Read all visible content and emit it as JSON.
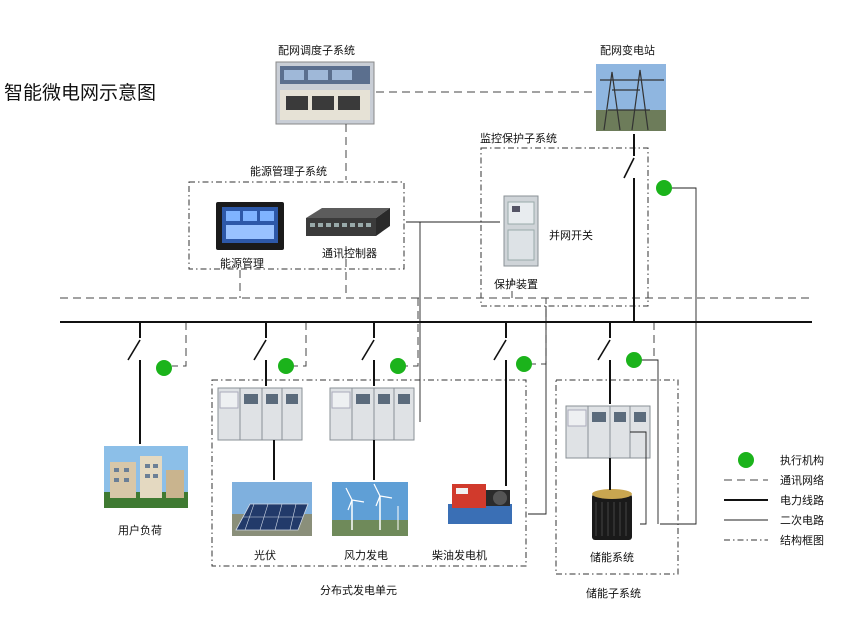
{
  "title": "智能微电网示意图",
  "labels": {
    "dispatch": "配网调度子系统",
    "substation": "配网变电站",
    "monitor": "监控保护子系统",
    "energy_mgmt_sys": "能源管理子系统",
    "energy_mgmt": "能源管理",
    "comm_ctrl": "通讯控制器",
    "grid_switch": "并网开关",
    "protection": "保护装置",
    "user_load": "用户负荷",
    "pv": "光伏",
    "wind": "风力发电",
    "diesel": "柴油发电机",
    "distributed_unit": "分布式发电单元",
    "storage": "储能系统",
    "storage_sys": "储能子系统"
  },
  "legend": [
    {
      "key": "actuator",
      "label": "执行机构"
    },
    {
      "key": "comm",
      "label": "通讯网络"
    },
    {
      "key": "power",
      "label": "电力线路"
    },
    {
      "key": "secondary",
      "label": "二次电路"
    },
    {
      "key": "frame",
      "label": "结构框图"
    }
  ],
  "colors": {
    "actuator": "#1bb31b",
    "line": "#111111",
    "comm": "#444444",
    "cabinet": "#d9dcdf",
    "sky": "#6fa6d6",
    "panel": "#2f3f6b"
  }
}
